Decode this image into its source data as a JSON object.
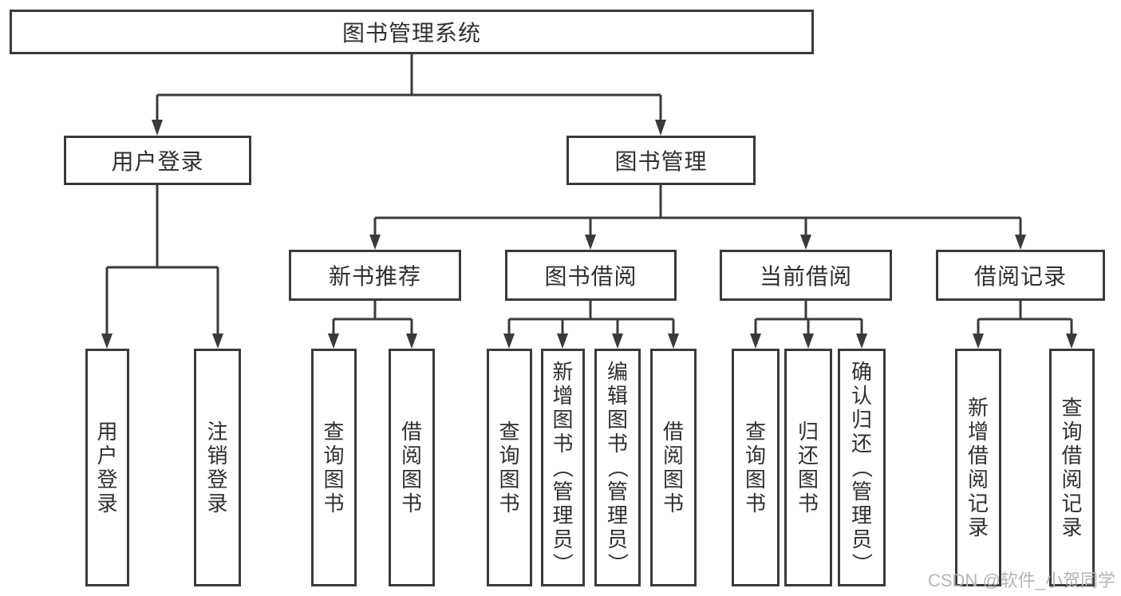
{
  "title": "图书管理系统",
  "watermark": "CSDN @软件_小贺同学",
  "colors": {
    "line": "#3a3a3a",
    "text": "#2f2f2f",
    "background": "#ffffff",
    "watermark": "#b5b5b5"
  },
  "tree": {
    "root": {
      "label": "图书管理系统"
    },
    "level2": [
      {
        "label": "用户登录",
        "parent": "图书管理系统"
      },
      {
        "label": "图书管理",
        "parent": "图书管理系统"
      }
    ],
    "level3": [
      {
        "label": "新书推荐",
        "parent": "图书管理"
      },
      {
        "label": "图书借阅",
        "parent": "图书管理"
      },
      {
        "label": "当前借阅",
        "parent": "图书管理"
      },
      {
        "label": "借阅记录",
        "parent": "图书管理"
      }
    ],
    "leaves": [
      {
        "label": "用户登录",
        "parent": "用户登录"
      },
      {
        "label": "注销登录",
        "parent": "用户登录"
      },
      {
        "label": "查询图书",
        "parent": "新书推荐"
      },
      {
        "label": "借阅图书",
        "parent": "新书推荐"
      },
      {
        "label": "查询图书",
        "parent": "图书借阅"
      },
      {
        "label": "新增图书（管理员）",
        "parent": "图书借阅"
      },
      {
        "label": "编辑图书（管理员）",
        "parent": "图书借阅"
      },
      {
        "label": "借阅图书",
        "parent": "图书借阅"
      },
      {
        "label": "查询图书",
        "parent": "当前借阅"
      },
      {
        "label": "归还图书",
        "parent": "当前借阅"
      },
      {
        "label": "确认归还（管理员）",
        "parent": "当前借阅"
      },
      {
        "label": "新增借阅记录",
        "parent": "借阅记录"
      },
      {
        "label": "查询借阅记录",
        "parent": "借阅记录"
      }
    ]
  }
}
